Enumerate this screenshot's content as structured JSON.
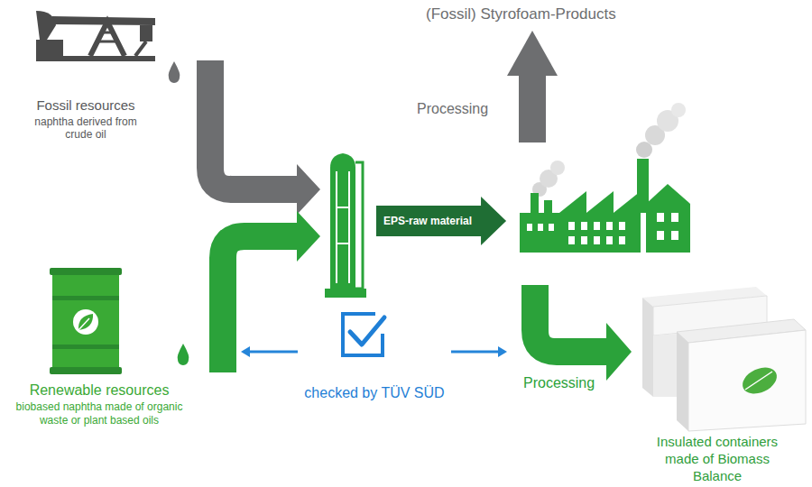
{
  "diagram": {
    "nodes": [
      {
        "text": [
          "Fossil resources",
          "naphtha derived from crude oil"
        ]
      },
      {
        "text": [
          "Renewable resources",
          "biobased naphtha made of organic waste or plant based oils"
        ]
      },
      {
        "text": [
          "EPS-raw material"
        ]
      },
      {
        "text": [
          "(Fossil) Styrofoam-Products"
        ]
      },
      {
        "text": [
          "Insulated containers made of Biomass Balance"
        ]
      },
      {
        "text": [
          "checked by TÜV SÜD"
        ]
      }
    ],
    "edges": [
      {
        "from": 0,
        "to": 2,
        "arrow": "to"
      },
      {
        "from": 1,
        "to": 2,
        "arrow": "to"
      },
      {
        "from": 2,
        "to": 3,
        "label": "Processing",
        "arrow": "to"
      },
      {
        "from": 2,
        "to": 4,
        "label": "Processing",
        "arrow": "to"
      },
      {
        "from": 5,
        "to": 1,
        "arrow": "to"
      },
      {
        "from": 5,
        "to": 4,
        "arrow": "to"
      }
    ]
  }
}
